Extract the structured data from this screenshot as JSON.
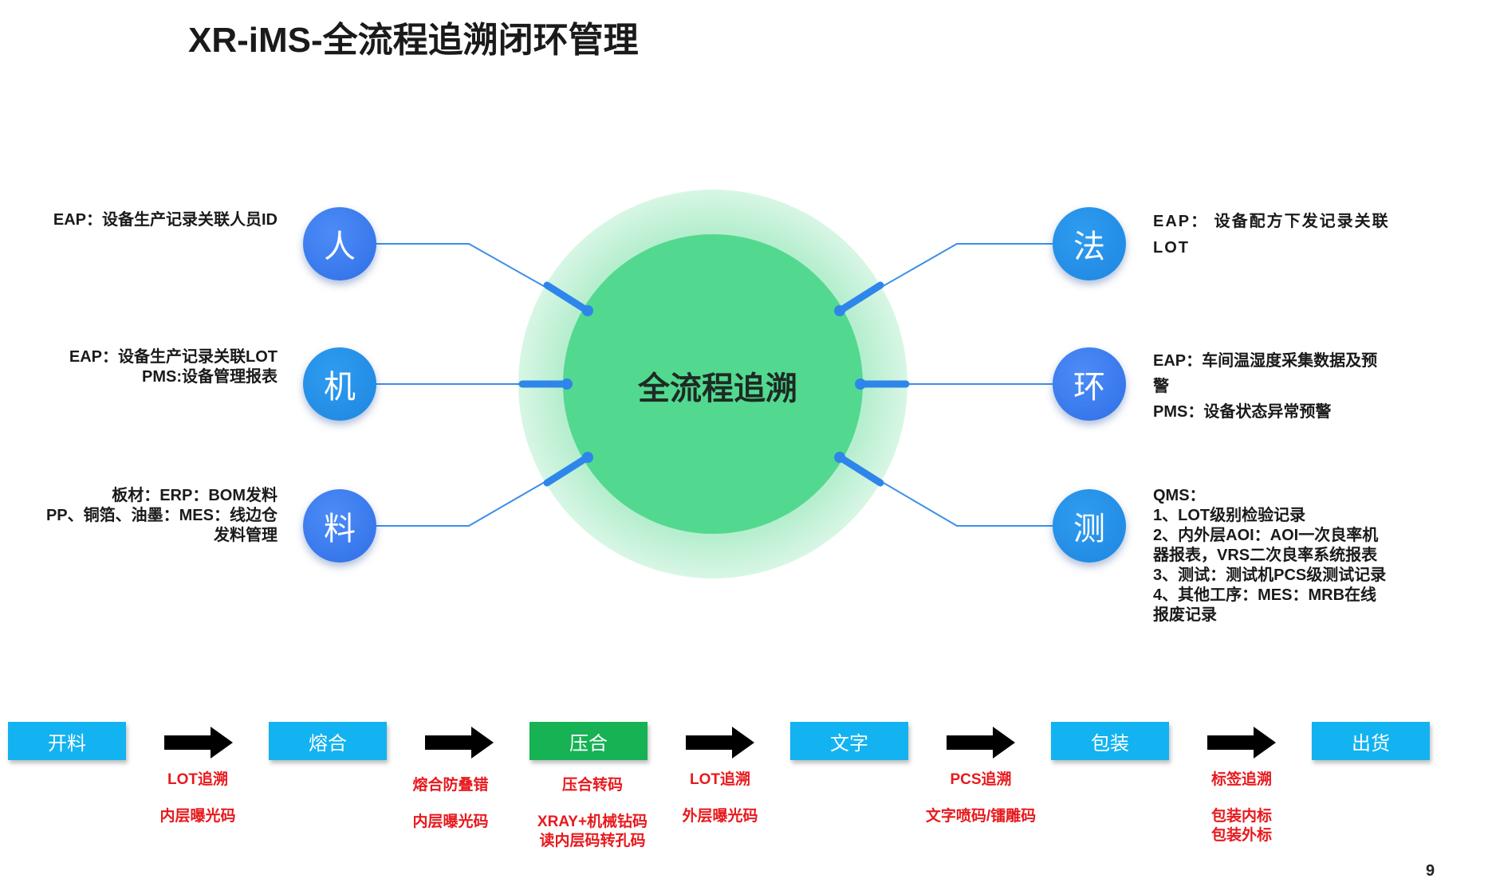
{
  "title": "XR-iMS-全流程追溯闭环管理",
  "center": "全流程追溯",
  "nodes": {
    "ren": "人",
    "ji": "机",
    "liao": "料",
    "fa": "法",
    "huan": "环",
    "ce": "测"
  },
  "descriptions": {
    "ren": [
      "EAP：设备生产记录关联人员ID"
    ],
    "ji": [
      "EAP：设备生产记录关联LOT",
      "PMS:设备管理报表"
    ],
    "liao": [
      "板材：ERP：BOM发料",
      "PP、铜箔、油墨：MES：线边仓",
      "发料管理"
    ],
    "fa": [
      "EAP： 设备配方下发记录关联",
      "LOT"
    ],
    "huan": [
      "EAP：车间温湿度采集数据及预",
      "警",
      "PMS：设备状态异常预警"
    ],
    "ce": [
      "QMS：",
      "1、LOT级别检验记录",
      "2、内外层AOI：AOI一次良率机",
      "器报表，VRS二次良率系统报表",
      "3、测试：测试机PCS级测试记录",
      "4、其他工序：MES：MRB在线",
      "报废记录"
    ]
  },
  "process": [
    "开料",
    "熔合",
    "压合",
    "文字",
    "包装",
    "出货"
  ],
  "traces": [
    [
      "LOT追溯",
      "内层曝光码"
    ],
    [
      "熔合防叠错",
      "内层曝光码"
    ],
    [
      "压合转码",
      "XRAY+机械钻码",
      "读内层码转孔码"
    ],
    [
      "LOT追溯",
      "外层曝光码"
    ],
    [
      "PCS追溯",
      "文字喷码/镭雕码"
    ],
    [
      "标签追溯",
      "包装内标",
      "包装外标"
    ]
  ],
  "page_number": "9",
  "colors": {
    "outer_ring": "#c7f0d8",
    "core": "#52d98f",
    "connector": "#3a8fe8",
    "process_box": "#12b3f0",
    "process_box_active": "#16b254",
    "trace_text": "#e8191d"
  }
}
